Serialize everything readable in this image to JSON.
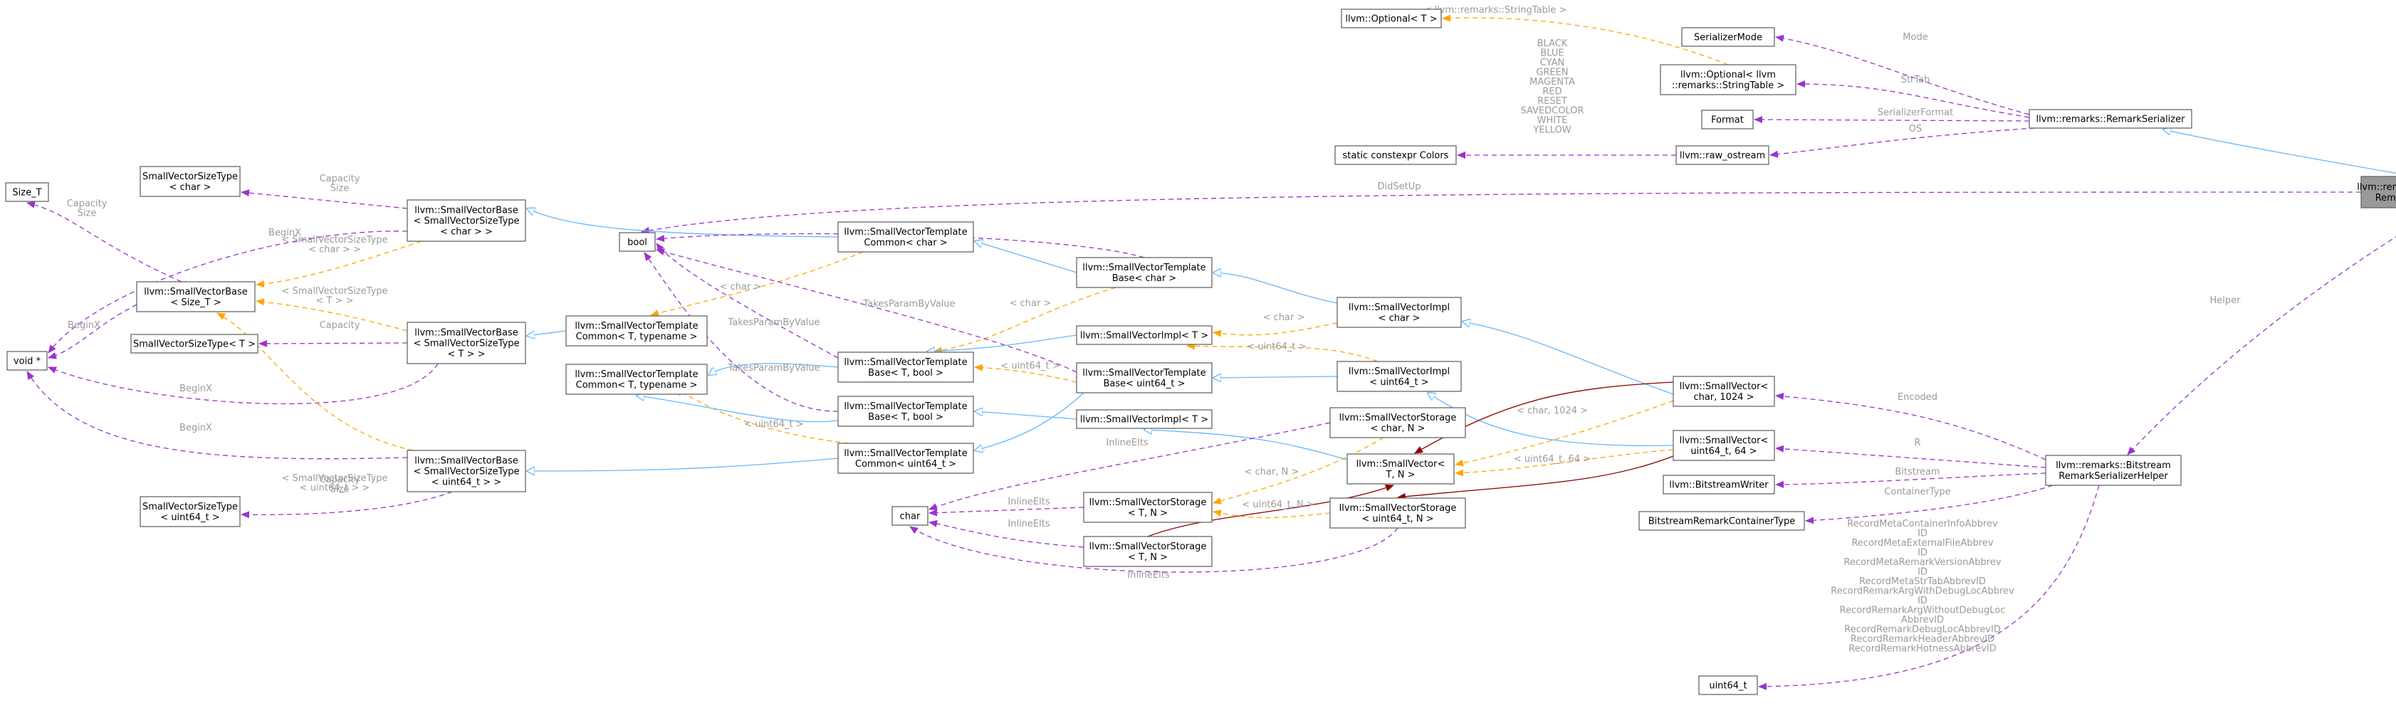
{
  "colors": {
    "inheritance": "#63b8ff",
    "usage": "#9a32cd",
    "template": "#ffa500",
    "composition": "#8b0000",
    "focus_fill": "#999999"
  },
  "nodes": [
    {
      "id": "brs",
      "lines": [
        "llvm::remarks::Bitstream",
        "RemarkSerializer"
      ],
      "focus": true
    },
    {
      "id": "rs",
      "lines": [
        "llvm::remarks::RemarkSerializer"
      ]
    },
    {
      "id": "optT",
      "lines": [
        "llvm::Optional< T >"
      ]
    },
    {
      "id": "serMode",
      "lines": [
        "SerializerMode"
      ]
    },
    {
      "id": "optST",
      "lines": [
        "llvm::Optional< llvm",
        "::remarks::StringTable >"
      ]
    },
    {
      "id": "format",
      "lines": [
        "Format"
      ]
    },
    {
      "id": "colors",
      "lines": [
        "static constexpr Colors"
      ]
    },
    {
      "id": "rawos",
      "lines": [
        "llvm::raw_ostream"
      ]
    },
    {
      "id": "sizeT",
      "lines": [
        "Size_T"
      ]
    },
    {
      "id": "svstChar",
      "lines": [
        "SmallVectorSizeType",
        "< char >"
      ]
    },
    {
      "id": "svbChar",
      "lines": [
        "llvm::SmallVectorBase",
        "< SmallVectorSizeType",
        "< char > >"
      ]
    },
    {
      "id": "bool",
      "lines": [
        "bool"
      ]
    },
    {
      "id": "svbSizeT",
      "lines": [
        "llvm::SmallVectorBase",
        "< Size_T >"
      ]
    },
    {
      "id": "svstT",
      "lines": [
        "SmallVectorSizeType< T >"
      ]
    },
    {
      "id": "svbT",
      "lines": [
        "llvm::SmallVectorBase",
        "< SmallVectorSizeType",
        "< T > >"
      ]
    },
    {
      "id": "void",
      "lines": [
        "void *"
      ]
    },
    {
      "id": "svbU64",
      "lines": [
        "llvm::SmallVectorBase",
        "< SmallVectorSizeType",
        "< uint64_t > >"
      ]
    },
    {
      "id": "svstU64",
      "lines": [
        "SmallVectorSizeType",
        "< uint64_t >"
      ]
    },
    {
      "id": "svtcTT1",
      "lines": [
        "llvm::SmallVectorTemplate",
        "Common< T, typename >"
      ]
    },
    {
      "id": "svtcTT2",
      "lines": [
        "llvm::SmallVectorTemplate",
        "Common< T, typename >"
      ]
    },
    {
      "id": "svtcChar",
      "lines": [
        "llvm::SmallVectorTemplate",
        "Common< char >"
      ]
    },
    {
      "id": "svtbTB1",
      "lines": [
        "llvm::SmallVectorTemplate",
        "Base< T, bool >"
      ]
    },
    {
      "id": "svtbTB2",
      "lines": [
        "llvm::SmallVectorTemplate",
        "Base< T, bool >"
      ]
    },
    {
      "id": "svtcU64",
      "lines": [
        "llvm::SmallVectorTemplate",
        "Common< uint64_t >"
      ]
    },
    {
      "id": "svtbChar",
      "lines": [
        "llvm::SmallVectorTemplate",
        "Base< char >"
      ]
    },
    {
      "id": "sviT1",
      "lines": [
        "llvm::SmallVectorImpl< T >"
      ]
    },
    {
      "id": "svtbU64",
      "lines": [
        "llvm::SmallVectorTemplate",
        "Base< uint64_t >"
      ]
    },
    {
      "id": "sviT2",
      "lines": [
        "llvm::SmallVectorImpl< T >"
      ]
    },
    {
      "id": "sviChar",
      "lines": [
        "llvm::SmallVectorImpl",
        "< char >"
      ]
    },
    {
      "id": "sviU64",
      "lines": [
        "llvm::SmallVectorImpl",
        "< uint64_t >"
      ]
    },
    {
      "id": "svsCharN",
      "lines": [
        "llvm::SmallVectorStorage",
        "< char, N >"
      ]
    },
    {
      "id": "svTN",
      "lines": [
        "llvm::SmallVector<",
        "T, N >"
      ]
    },
    {
      "id": "svsU64N",
      "lines": [
        "llvm::SmallVectorStorage",
        "< uint64_t, N >"
      ]
    },
    {
      "id": "char",
      "lines": [
        "char"
      ]
    },
    {
      "id": "svsTN1",
      "lines": [
        "llvm::SmallVectorStorage",
        "< T, N >"
      ]
    },
    {
      "id": "svsTN2",
      "lines": [
        "llvm::SmallVectorStorage",
        "< T, N >"
      ]
    },
    {
      "id": "svChar1024",
      "lines": [
        "llvm::SmallVector<",
        "char, 1024 >"
      ]
    },
    {
      "id": "svU64_64",
      "lines": [
        "llvm::SmallVector<",
        "uint64_t, 64 >"
      ]
    },
    {
      "id": "bsw",
      "lines": [
        "llvm::BitstreamWriter"
      ]
    },
    {
      "id": "brct",
      "lines": [
        "BitstreamRemarkContainerType"
      ]
    },
    {
      "id": "brsh",
      "lines": [
        "llvm::remarks::Bitstream",
        "RemarkSerializerHelper"
      ]
    },
    {
      "id": "u64",
      "lines": [
        "uint64_t"
      ]
    }
  ],
  "edge_labels": {
    "stringTable": "< llvm::remarks::StringTable >",
    "mode": "Mode",
    "strTab": "StrTab",
    "serializerFormat": "SerializerFormat",
    "os": "OS",
    "colorList": [
      "BLACK",
      "BLUE",
      "CYAN",
      "GREEN",
      "MAGENTA",
      "RED",
      "RESET",
      "SAVEDCOLOR",
      "WHITE",
      "YELLOW"
    ],
    "didSetUp": "DidSetUp",
    "helper": "Helper",
    "capacitySize": [
      "Capacity",
      "Size"
    ],
    "svstCharLbl": [
      "< SmallVectorSizeType",
      "< char > >"
    ],
    "beginX": "BeginX",
    "svstTLbl": [
      "< SmallVectorSizeType",
      "< T > >"
    ],
    "capacity": "Capacity",
    "svstU64Lbl": [
      "< SmallVectorSizeType",
      "< uint64_t > >"
    ],
    "takesParamByValue": "TakesParamByValue",
    "charT": "< char >",
    "u64T": "< uint64_t >",
    "charN1024": "< char, 1024 >",
    "u64N64": "< uint64_t, 64 >",
    "charN": "< char, N >",
    "u64N": "< uint64_t, N >",
    "inlineElts": "InlineElts",
    "encoded": "Encoded",
    "r": "R",
    "bitstream": "Bitstream",
    "containerType": "ContainerType",
    "abbrevList": [
      "RecordMetaContainerInfoAbbrev",
      "ID",
      "RecordMetaExternalFileAbbrev",
      "ID",
      "RecordMetaRemarkVersionAbbrev",
      "ID",
      "RecordMetaStrTabAbbrevID",
      "RecordRemarkArgWithDebugLocAbbrev",
      "ID",
      "RecordRemarkArgWithoutDebugLoc",
      "AbbrevID",
      "RecordRemarkDebugLocAbbrevID",
      "RecordRemarkHeaderAbbrevID",
      "RecordRemarkHotnessAbbrevID"
    ]
  }
}
